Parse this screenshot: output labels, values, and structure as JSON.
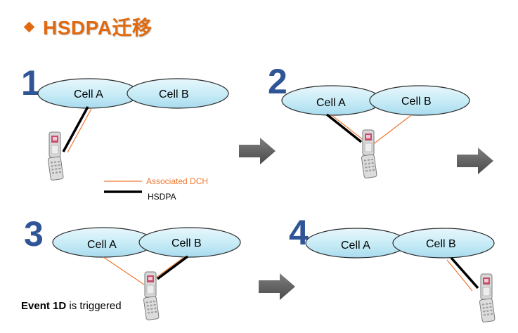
{
  "title": "HSDPA迁移",
  "steps": [
    {
      "number": "1",
      "cells": [
        "Cell A",
        "Cell B"
      ]
    },
    {
      "number": "2",
      "cells": [
        "Cell A",
        "Cell B"
      ]
    },
    {
      "number": "3",
      "cells": [
        "Cell A",
        "Cell B"
      ]
    },
    {
      "number": "4",
      "cells": [
        "Cell A",
        "Cell B"
      ]
    }
  ],
  "legend": {
    "associated_dch": "Associated DCH",
    "hsdpa": "HSDPA"
  },
  "event": {
    "bold": "Event 1D",
    "rest": " is triggered"
  },
  "colors": {
    "title": "#e06a10",
    "step_number": "#2f5597",
    "associated_dch": "#f07830",
    "hsdpa": "#000000",
    "arrow": "#595959"
  },
  "icons": [
    "diamond-bullet-icon",
    "phone-icon",
    "right-arrow-icon"
  ]
}
